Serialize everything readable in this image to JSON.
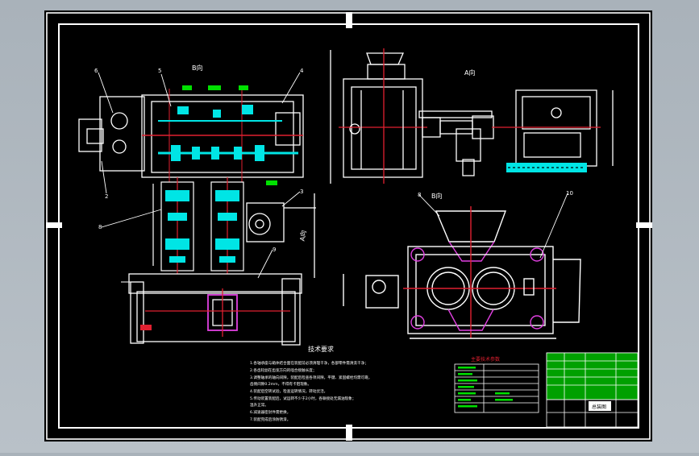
{
  "drawing": {
    "view_labels": {
      "top_view": "B向",
      "front_view": "A向",
      "side_view": "B向",
      "lower_view": "A向"
    },
    "callouts": [
      "6",
      "5",
      "4",
      "2",
      "3",
      "8",
      "9",
      "8",
      "10"
    ],
    "notes_title": "技术要求",
    "notes_lines": [
      "1.各轴承座与箱体结合面在装配前必须清理干净，各部零件需清洗干净；",
      "2.各齿轮副在齿宽方向的啮合接触长度；",
      "3.调整轴承的轴向间隙，装配后检查各项间隙，平键、紧固螺栓均需可靠，",
      "   齿侧间隙0.2mm，不得有卡阻现象。",
      "4.装配后空转试验，检查运转情况，转动灵活，",
      "5.传动装置装配后，试运转不少于2小时，各联接处无漏油现象；",
      "   温升正常。",
      "6.减速器密封件需更换，",
      "7.装配完成后涂防锈漆。"
    ],
    "param_table_title": "主要技术参数",
    "title_block_name": "总装图"
  }
}
